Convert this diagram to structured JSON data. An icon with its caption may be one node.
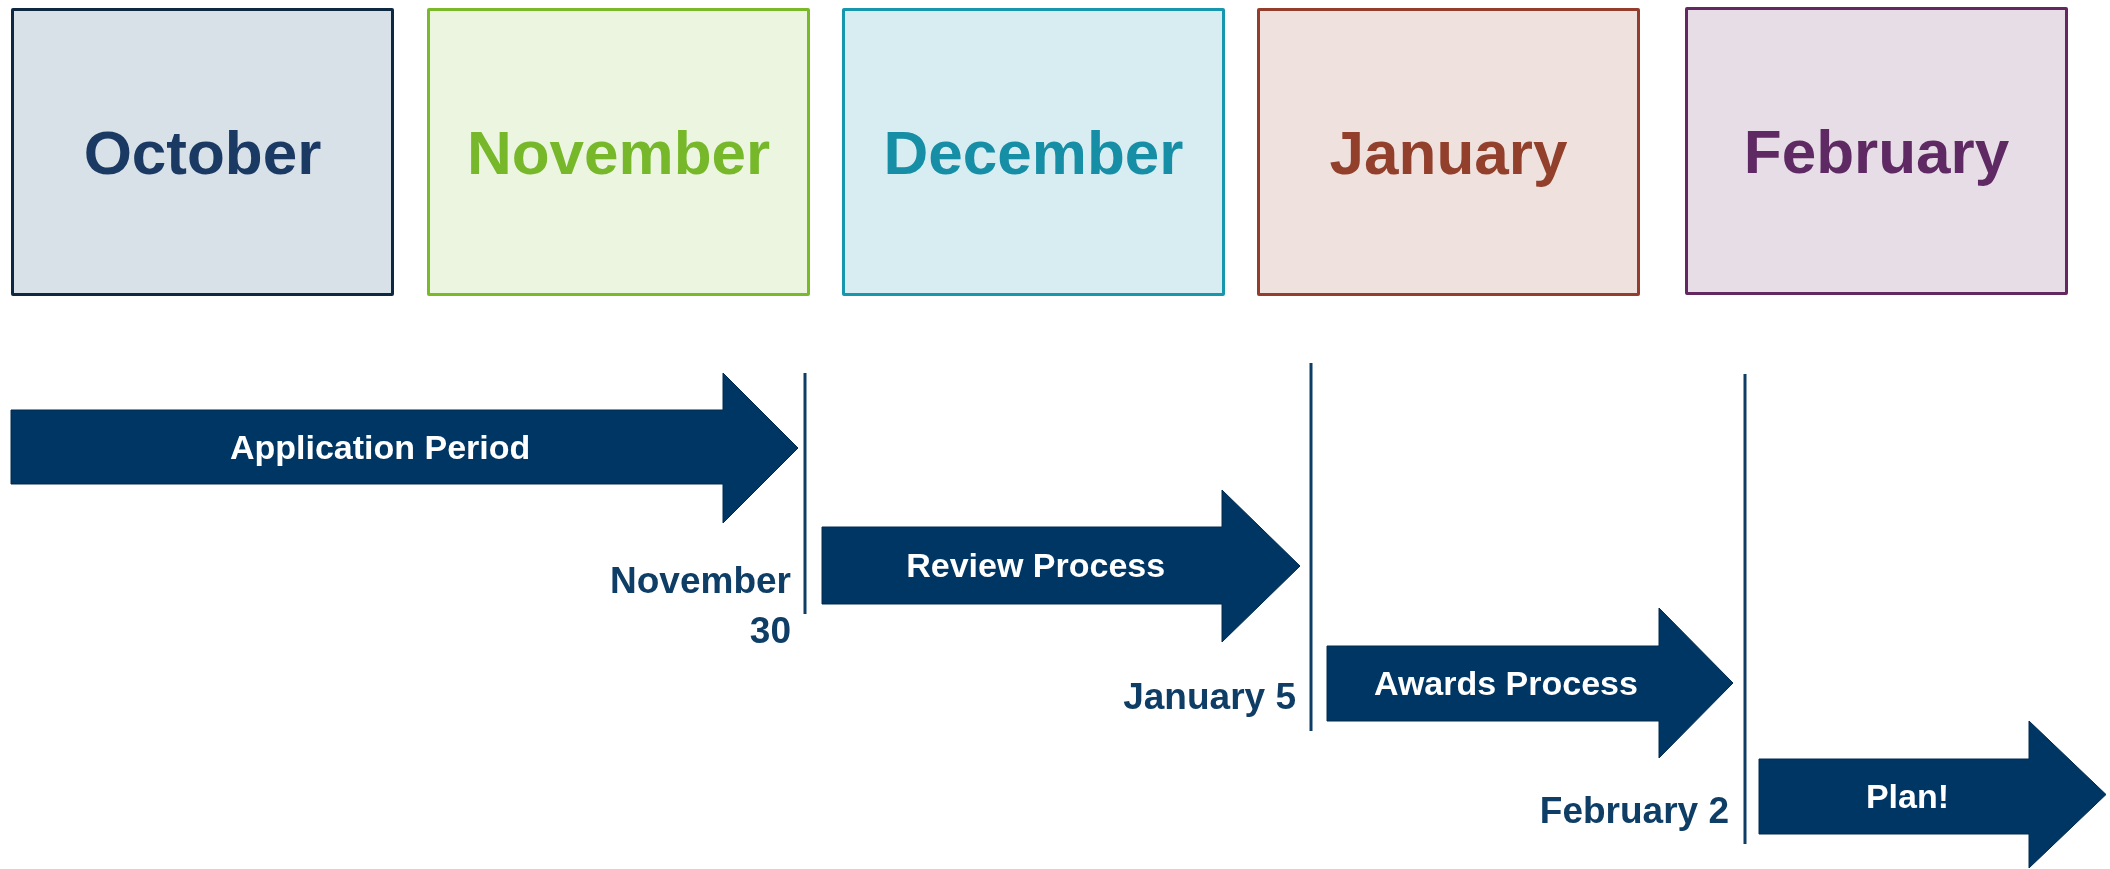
{
  "diagram": {
    "nodes": [
      {
        "text": [
          "October"
        ]
      },
      {
        "text": [
          "November"
        ]
      },
      {
        "text": [
          "December"
        ]
      },
      {
        "text": [
          "January"
        ]
      },
      {
        "text": [
          "February"
        ]
      },
      {
        "text": [
          "Application Period"
        ]
      },
      {
        "text": [
          "Review Process"
        ]
      },
      {
        "text": [
          "Awards Process"
        ]
      },
      {
        "text": [
          "Plan!"
        ]
      }
    ],
    "labels": [
      "November 30",
      "January 5",
      "February 2"
    ]
  }
}
